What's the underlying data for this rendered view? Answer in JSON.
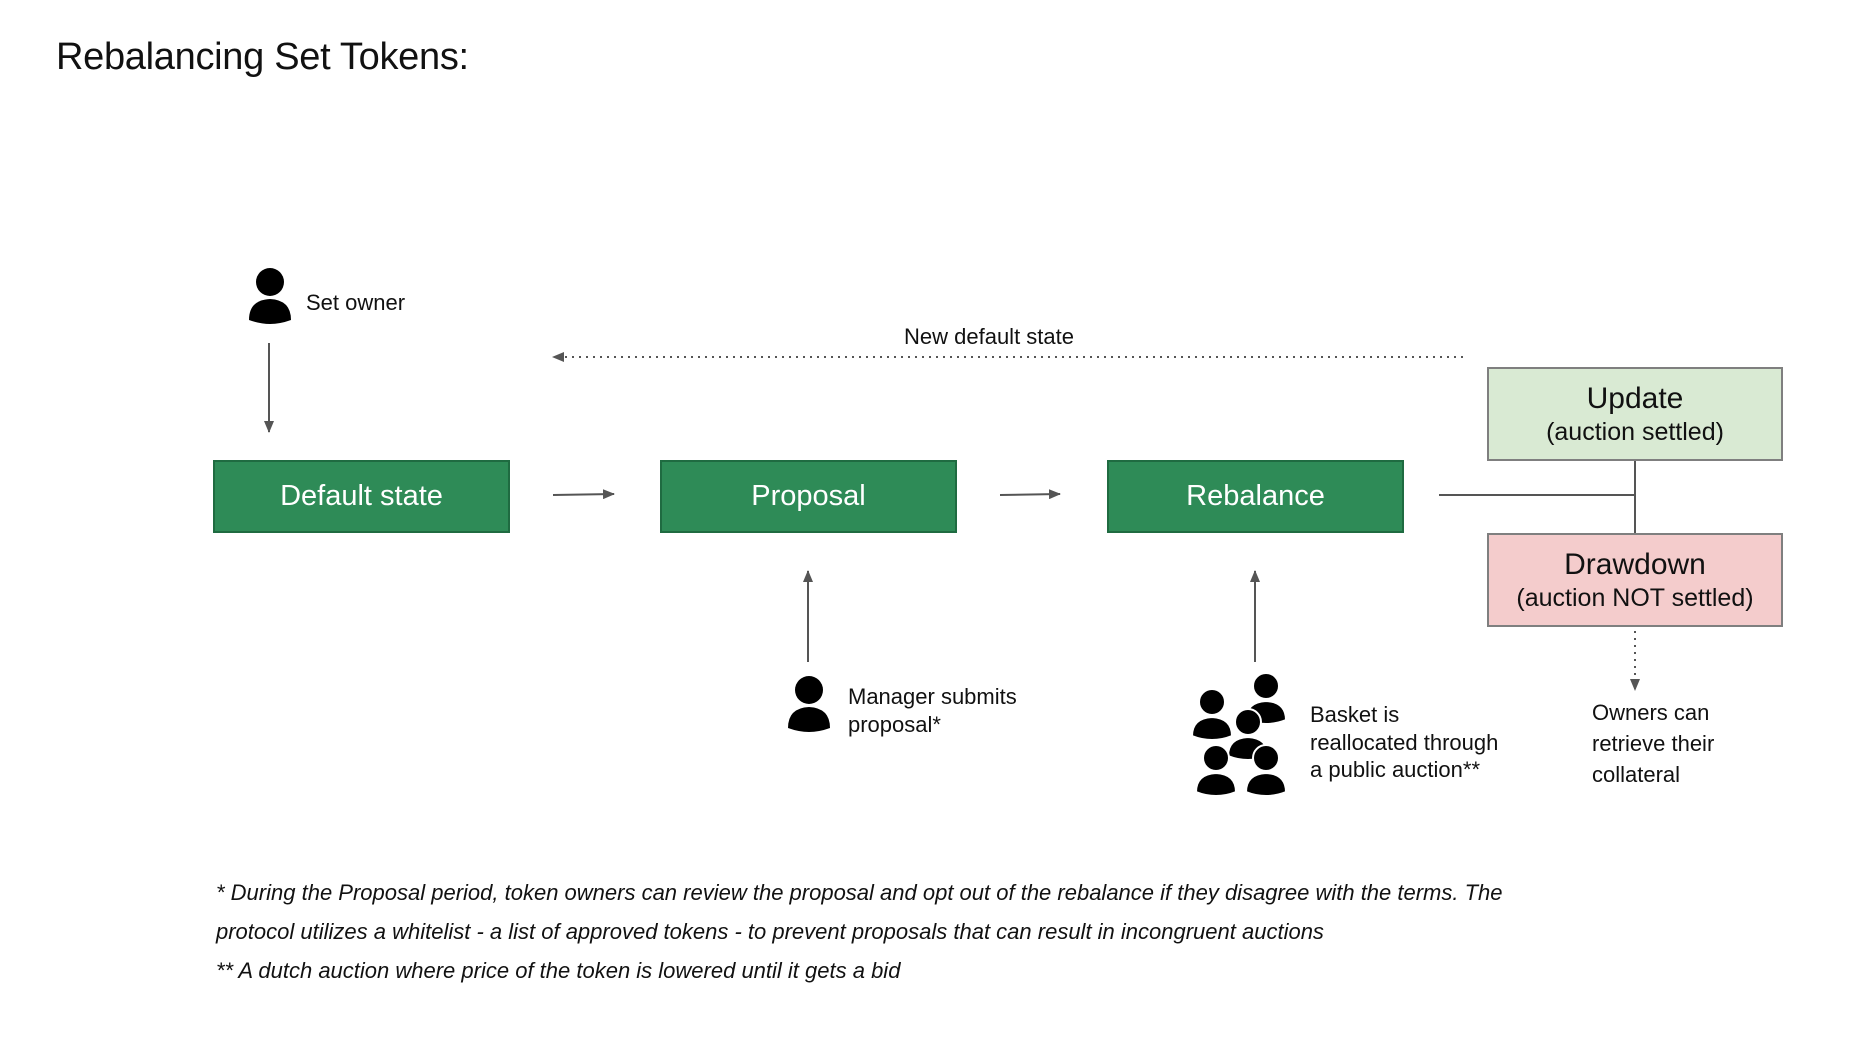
{
  "title": "Rebalancing Set Tokens:",
  "states": {
    "default": "Default state",
    "proposal": "Proposal",
    "rebalance": "Rebalance"
  },
  "outcomes": {
    "update": {
      "title": "Update",
      "subtitle": "(auction settled)"
    },
    "drawdown": {
      "title": "Drawdown",
      "subtitle": "(auction NOT settled)"
    }
  },
  "actors": {
    "set_owner": "Set owner",
    "manager": [
      "Manager submits",
      "proposal*"
    ],
    "auction": [
      "Basket is",
      "reallocated through",
      "a public auction**"
    ],
    "owners": [
      "Owners can",
      "retrieve their",
      "collateral"
    ]
  },
  "loop_label": "New default state",
  "footnotes": [
    "*  During the Proposal period, token owners can review the proposal and opt out of the rebalance if they disagree with the terms. The",
    "protocol utilizes a whitelist - a list of approved tokens - to prevent proposals that can result in incongruent auctions",
    "** A dutch auction where price of the token is lowered until it gets a bid"
  ],
  "colors": {
    "state_fill": "#2e8b57",
    "update_fill": "#d9ead3",
    "drawdown_fill": "#f4cccc",
    "line": "#555555"
  },
  "icons": {
    "person": "person-icon",
    "group": "group-icon"
  }
}
